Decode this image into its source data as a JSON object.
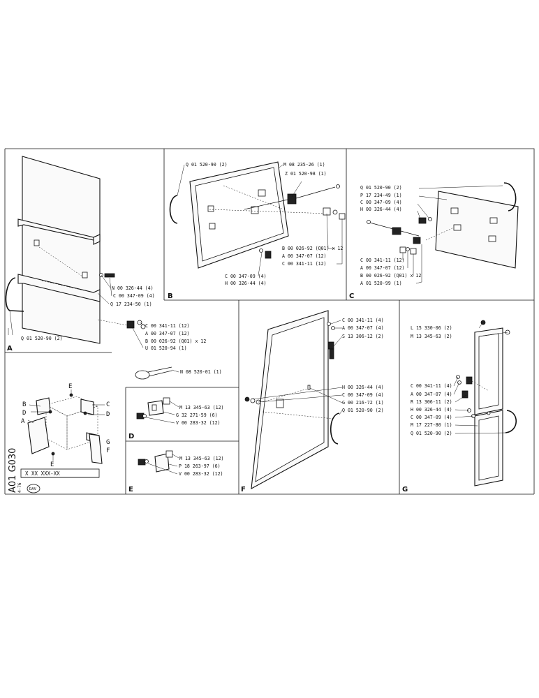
{
  "sheet": {
    "drawing_number": "A01 G030",
    "part_code": "X XX XXX-XX",
    "date": "4-76",
    "logo_text": "DAV"
  },
  "views": {
    "A": {
      "letter": "A",
      "callouts": [
        "N 00 326-44 (4)",
        "C 00 347-09 (4)",
        "Q 17 234-50 (1)",
        "Q 01 520-90 (2)",
        "C 00 341-11 (12)",
        "A 00 347-07 (12)",
        "B 00 026-92 (Q01) x 12",
        "U 01 520-94 (1)"
      ]
    },
    "B": {
      "letter": "B",
      "callouts": [
        "Q 01 520-90 (2)",
        "M 08 235-26 (1)",
        "Z 01 520-98 (1)",
        "B 00 026-92 (Q01) x 12",
        "A 00 347-07 (12)",
        "C 00 341-11 (12)",
        "C 00 347-09 (4)",
        "H 00 326-44 (4)"
      ]
    },
    "C": {
      "letter": "C",
      "callouts": [
        "Q 01 520-90 (2)",
        "P 17 234-49 (1)",
        "C 00 347-09 (4)",
        "H 00 326-44 (4)",
        "C 00 341-11 (12)",
        "A 00 347-07 (12)",
        "B 00 026-92 (Q01) x 12",
        "A 01 520-99 (1)"
      ]
    },
    "key": {
      "handle_callout": "N 08 520-01 (1)",
      "labels": [
        "E",
        "B",
        "C",
        "D",
        "D",
        "A",
        "G",
        "F",
        "E"
      ]
    },
    "D": {
      "letter": "D",
      "callouts": [
        "M 13 345-63 (12)",
        "G 32 271-59 (6)",
        "V 00 283-32 (12)"
      ]
    },
    "E": {
      "letter": "E",
      "callouts": [
        "M 13 345-63 (12)",
        "P 18 263-97 (6)",
        "V 00 283-32 (12)"
      ]
    },
    "F": {
      "letter": "F",
      "callouts": [
        "C 00 341-11 (4)",
        "A 00 347-07 (4)",
        "S 13 306-12 (2)",
        "H 00 326-44 (4)",
        "C 00 347-09 (4)",
        "G 00 216-72 (1)",
        "Q 01 520-90 (2)"
      ]
    },
    "G": {
      "letter": "G",
      "callouts": [
        "L 15 330-06 (2)",
        "M 13 345-63 (2)",
        "C 00 341-11 (4)",
        "A 00 347-07 (4)",
        "R 13 306-11 (2)",
        "H 00 326-44 (4)",
        "C 00 347-09 (4)",
        "M 17 227-80 (1)",
        "Q 01 520-90 (2)"
      ]
    }
  }
}
